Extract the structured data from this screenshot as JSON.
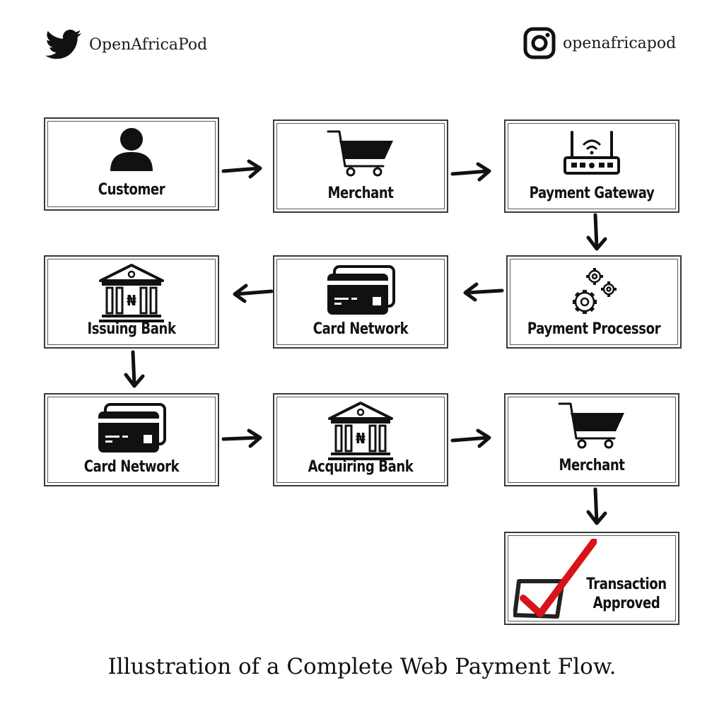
{
  "header": {
    "twitter_handle": "OpenAfricaPod",
    "instagram_handle": "openafricapod"
  },
  "nodes": {
    "customer": "Customer",
    "merchant1": "Merchant",
    "gateway": "Payment Gateway",
    "issuing_bank": "Issuing Bank",
    "card_network1": "Card Network",
    "processor": "Payment Processor",
    "card_network2": "Card Network",
    "acquiring_bank": "Acquiring Bank",
    "merchant2": "Merchant",
    "approved_line1": "Transaction",
    "approved_line2": "Approved"
  },
  "currency_symbol": "₦",
  "caption": "Illustration of a Complete Web Payment Flow.",
  "colors": {
    "ink": "#111111",
    "check": "#d7141a"
  },
  "edges": [
    [
      "Customer",
      "Merchant"
    ],
    [
      "Merchant",
      "Payment Gateway"
    ],
    [
      "Payment Gateway",
      "Payment Processor"
    ],
    [
      "Payment Processor",
      "Card Network"
    ],
    [
      "Card Network",
      "Issuing Bank"
    ],
    [
      "Issuing Bank",
      "Card Network"
    ],
    [
      "Card Network",
      "Acquiring Bank"
    ],
    [
      "Acquiring Bank",
      "Merchant"
    ],
    [
      "Merchant",
      "Transaction Approved"
    ]
  ]
}
